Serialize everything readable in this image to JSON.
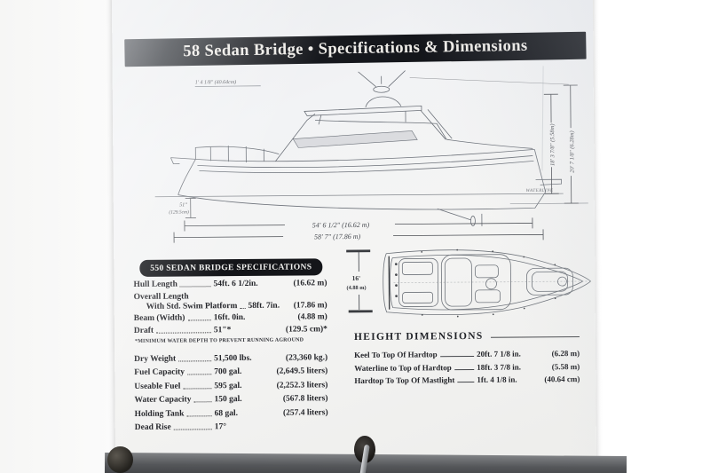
{
  "title_bar": {
    "title": "58 Sedan Bridge • Specifications & Dimensions"
  },
  "specifications": {
    "header": "550 SEDAN BRIDGE SPECIFICATIONS",
    "primary_rows": [
      {
        "label": "Hull Length",
        "value": "54ft. 6 1/2in.",
        "metric": "(16.62 m)"
      },
      {
        "label": "Overall Length",
        "label2": "With Std. Swim Platform",
        "value": "58ft. 7in.",
        "metric": "(17.86 m)"
      },
      {
        "label": "Beam (Width)",
        "value": "16ft. 0in.",
        "metric": "(4.88 m)"
      },
      {
        "label": "Draft",
        "value": "51\"*",
        "metric": "(129.5 cm)*"
      }
    ],
    "footnote": "*MINIMUM WATER DEPTH TO PREVENT RUNNING AGROUND",
    "secondary_rows": [
      {
        "label": "Dry Weight",
        "value": "51,500 lbs.",
        "metric": "(23,360 kg.)"
      },
      {
        "label": "Fuel Capacity",
        "value": "700 gal.",
        "metric": "(2,649.5 liters)"
      },
      {
        "label": "Useable Fuel",
        "value": "595 gal.",
        "metric": "(2,252.3 liters)"
      },
      {
        "label": "Water Capacity",
        "value": "150 gal.",
        "metric": "(567.8 liters)"
      },
      {
        "label": "Holding Tank",
        "value": "68 gal.",
        "metric": "(257.4 liters)"
      },
      {
        "label": "Dead Rise",
        "value": "17°",
        "metric": ""
      }
    ]
  },
  "height_dimensions": {
    "header": "HEIGHT DIMENSIONS",
    "rows": [
      {
        "label": "Keel To Top Of Hardtop",
        "value": "20ft. 7 1/8 in.",
        "metric": "(6.28 m)"
      },
      {
        "label": "Waterline to Top of Hardtop",
        "value": "18ft. 3 7/8 in.",
        "metric": "(5.58 m)"
      },
      {
        "label": "Hardtop To Top Of Mastlight",
        "value": "1ft. 4 1/8 in.",
        "metric": "(40.64 cm)"
      }
    ]
  },
  "side_view": {
    "mastlight_dim": "1' 4 1/8\" (40.64cm)",
    "draft_dim_value": "51\"",
    "draft_dim_metric": "(129.5cm)",
    "waterline_label": "WATERLINE",
    "hull_length_dim": "54' 6 1/2\" (16.62 m)",
    "overall_length_dim": "58' 7\" (17.86 m)",
    "waterline_to_hardtop_dim": "18' 3 7/8\" (5.58m)",
    "keel_to_hardtop_dim": "20' 7 1/8\" (6.28m)"
  },
  "top_view": {
    "beam_dim_feet": "16'",
    "beam_dim_metric": "(4.88 m)"
  },
  "colors": {
    "title_bar_bg": "#16181d",
    "page_bg": "#f1f2f3",
    "text": "#25262b",
    "drawing_line": "#6d727a",
    "shelf": "#4a4b4d"
  }
}
